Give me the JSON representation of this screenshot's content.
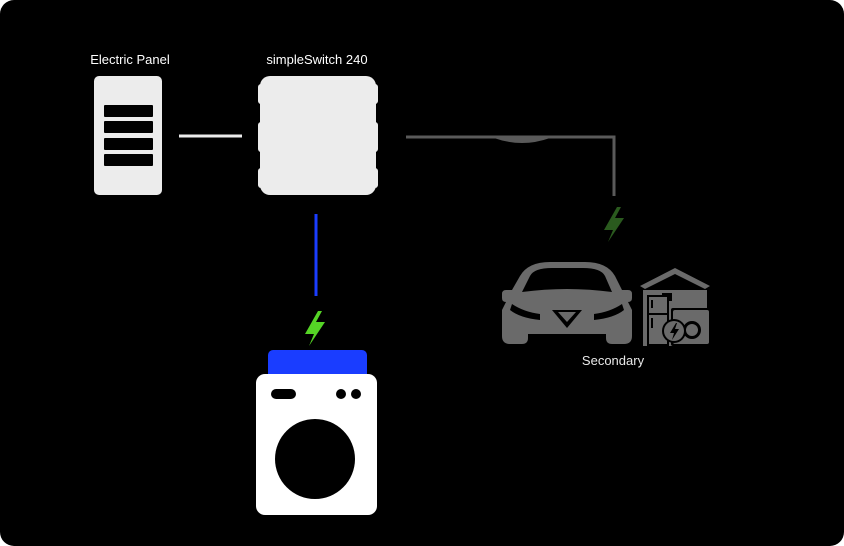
{
  "diagram": {
    "nodes": {
      "electric_panel": {
        "label": "Electric Panel"
      },
      "switch": {
        "label": "simpleSwitch 240"
      },
      "secondary": {
        "label": "Secondary"
      },
      "primary_appliance": {
        "label": ""
      }
    },
    "connections": [
      {
        "from": "electric_panel",
        "to": "switch",
        "state": "connected"
      },
      {
        "from": "switch",
        "to": "primary_appliance",
        "state": "active"
      },
      {
        "from": "switch",
        "to": "secondary",
        "state": "inactive"
      }
    ],
    "icons": {
      "panel": "electric-panel-icon",
      "switch": "simpleswitch-device-icon",
      "car": "electric-car-icon",
      "house": "house-appliances-icon",
      "dryer": "dryer-appliance-icon",
      "bolt": "lightning-bolt-icon"
    },
    "colors": {
      "background": "#000000",
      "active_line": "#1a3dff",
      "active_bolt": "#55d426",
      "inactive_line": "#5a5a5a",
      "inactive_bolt": "#2a5a1e",
      "device": "#ececec",
      "secondary_icon": "#6a6a6a"
    }
  }
}
